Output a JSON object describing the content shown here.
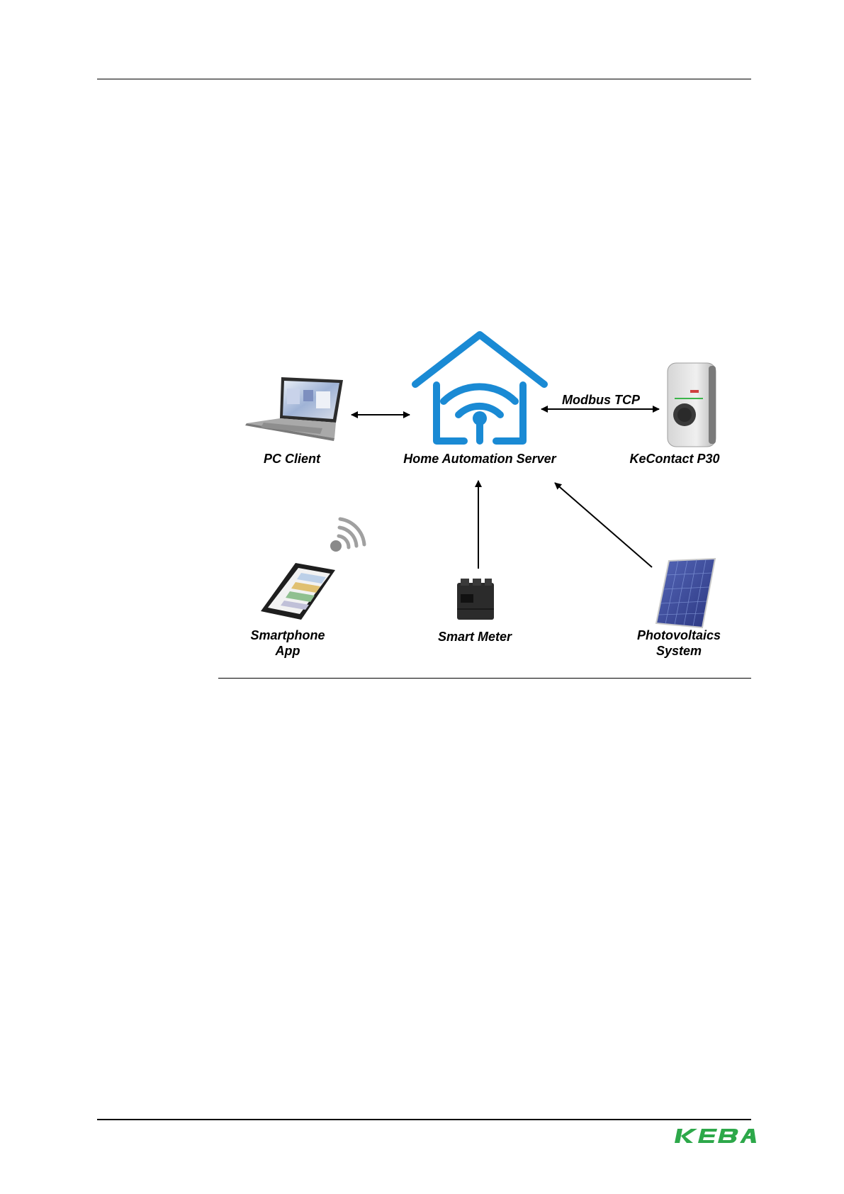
{
  "diagram": {
    "nodes": {
      "pc_client": {
        "label": "PC Client"
      },
      "server": {
        "label": "Home Automation Server"
      },
      "wallbox": {
        "label": "KeContact P30"
      },
      "smartphone": {
        "label_line1": "Smartphone",
        "label_line2": "App"
      },
      "smart_meter": {
        "label": "Smart Meter"
      },
      "pv": {
        "label_line1": "Photovoltaics",
        "label_line2": "System"
      }
    },
    "edges": {
      "modbus": {
        "label": "Modbus TCP"
      }
    }
  },
  "footer": {
    "logo_text": "KEBA"
  },
  "colors": {
    "house_blue": "#1a8ad4",
    "logo_green": "#2da84a",
    "wifi_gray": "#9a9a9a"
  },
  "icons": [
    "laptop-icon",
    "smart-home-wifi-icon",
    "wallbox-icon",
    "smartphone-icon",
    "wireless-signal-icon",
    "smart-meter-icon",
    "solar-panel-icon"
  ]
}
